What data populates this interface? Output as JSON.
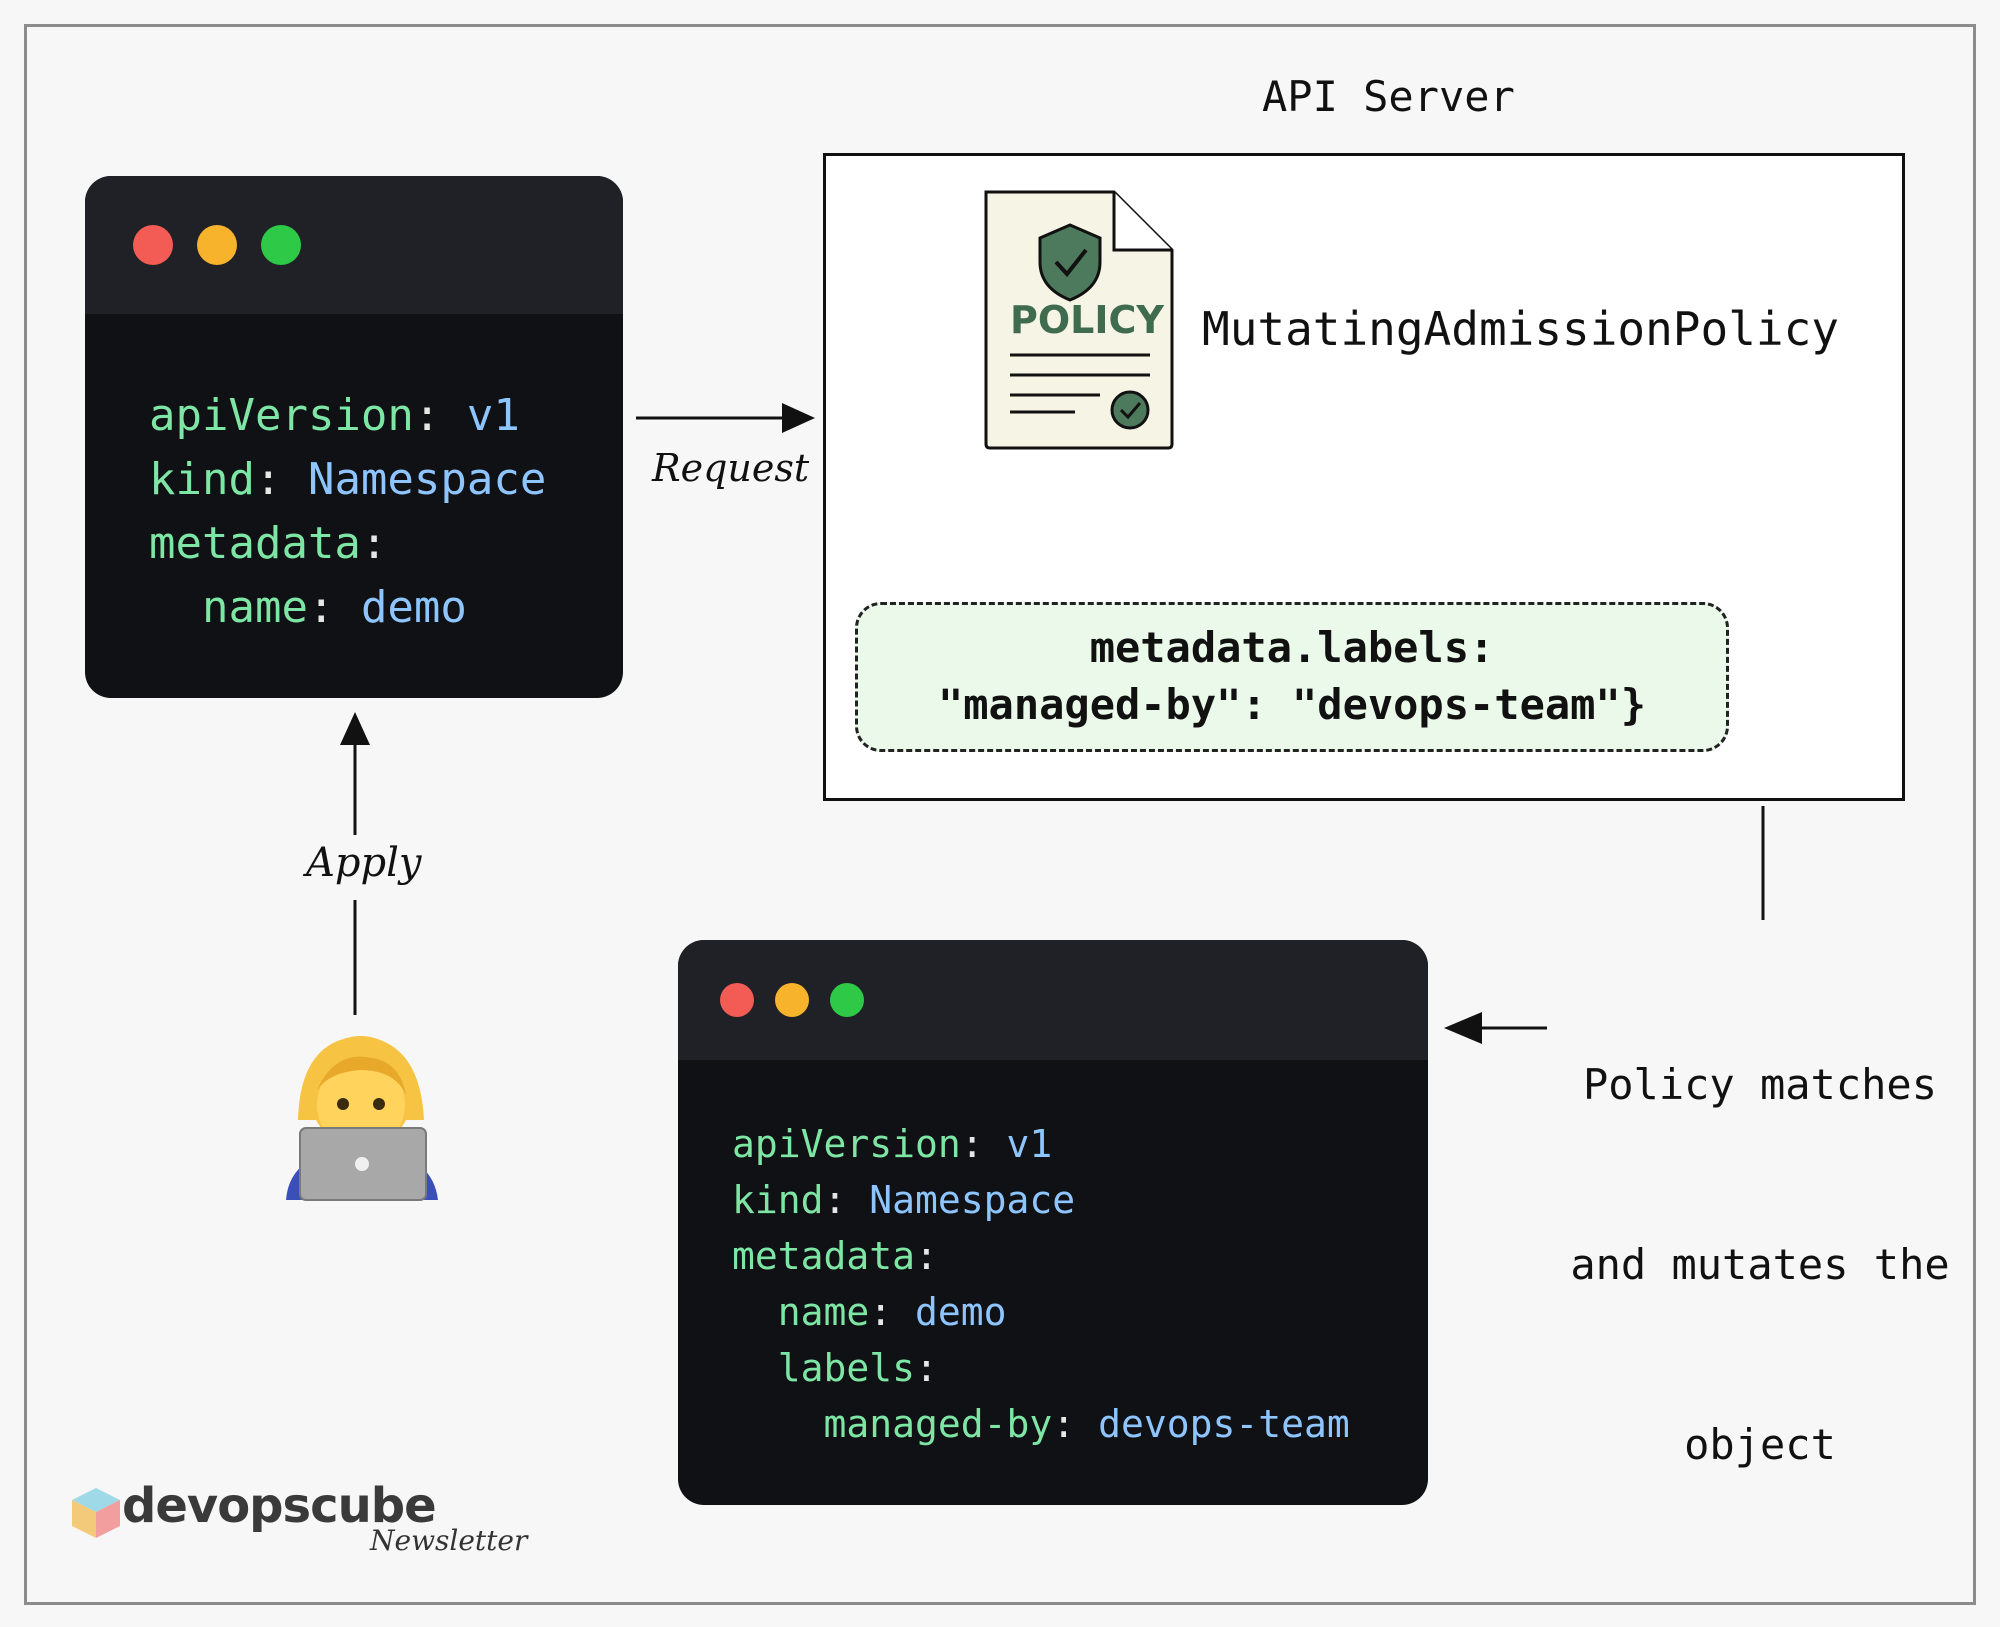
{
  "server": {
    "title": "API Server"
  },
  "policy": {
    "badge": "POLICY",
    "name": "MutatingAdmissionPolicy"
  },
  "mutation": {
    "line1": "metadata.labels:",
    "line2": "\"managed-by\": \"devops-team\"}"
  },
  "arrows": {
    "request": "Request",
    "apply": "Apply",
    "mutate": [
      "Policy matches",
      "and mutates the",
      "object"
    ]
  },
  "input_manifest": [
    {
      "key": "apiVersion",
      "sep": ": ",
      "value": "v1",
      "indent": ""
    },
    {
      "key": "kind",
      "sep": ": ",
      "value": "Namespace",
      "indent": ""
    },
    {
      "key": "metadata",
      "sep": ":",
      "value": "",
      "indent": ""
    },
    {
      "key": "name",
      "sep": ": ",
      "value": "demo",
      "indent": "  "
    }
  ],
  "output_manifest": [
    {
      "key": "apiVersion",
      "sep": ": ",
      "value": "v1",
      "indent": ""
    },
    {
      "key": "kind",
      "sep": ": ",
      "value": "Namespace",
      "indent": ""
    },
    {
      "key": "metadata",
      "sep": ":",
      "value": "",
      "indent": ""
    },
    {
      "key": "name",
      "sep": ": ",
      "value": "demo",
      "indent": "  "
    },
    {
      "key": "labels",
      "sep": ":",
      "value": "",
      "indent": "  "
    },
    {
      "key": "managed-by",
      "sep": ": ",
      "value": "devops-team",
      "indent": "    "
    }
  ],
  "brand": {
    "name": "devopscube",
    "tagline": "Newsletter"
  },
  "colors": {
    "dot_red": "#f25c54",
    "dot_yellow": "#f7b32b",
    "dot_green": "#2ec946",
    "code_key": "#7ee6a4",
    "code_value": "#8ec5ff",
    "mutation_fill": "#eaf9ea",
    "policy_green": "#3f6b4e"
  },
  "icons": [
    "window-dots-icon",
    "policy-document-icon",
    "shield-check-icon",
    "seal-check-icon",
    "developer-laptop-icon",
    "cube-logo-icon"
  ]
}
